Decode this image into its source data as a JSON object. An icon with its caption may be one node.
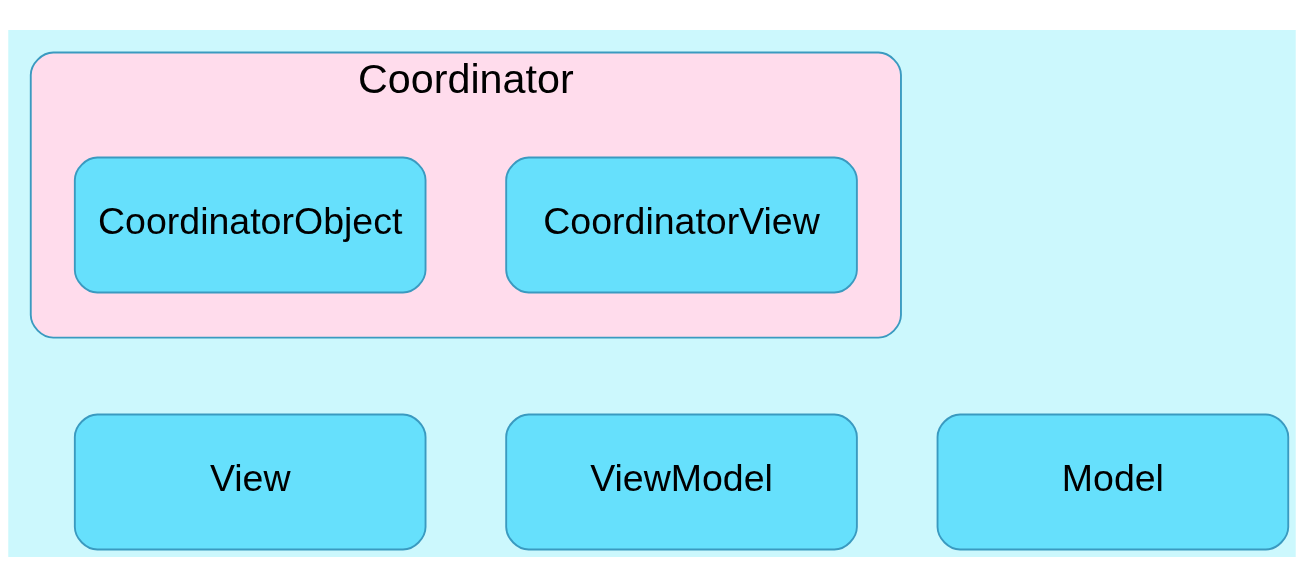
{
  "diagram": {
    "nodes": [
      {
        "text": [
          "Coordinator"
        ]
      },
      {
        "text": [
          "CoordinatorView"
        ],
        "in": 0
      },
      {
        "text": [
          "CoordinatorObject"
        ],
        "in": 0
      },
      {
        "text": [
          "View"
        ]
      },
      {
        "text": [
          "ViewModel"
        ]
      },
      {
        "text": [
          "Model"
        ]
      }
    ],
    "edges": []
  }
}
